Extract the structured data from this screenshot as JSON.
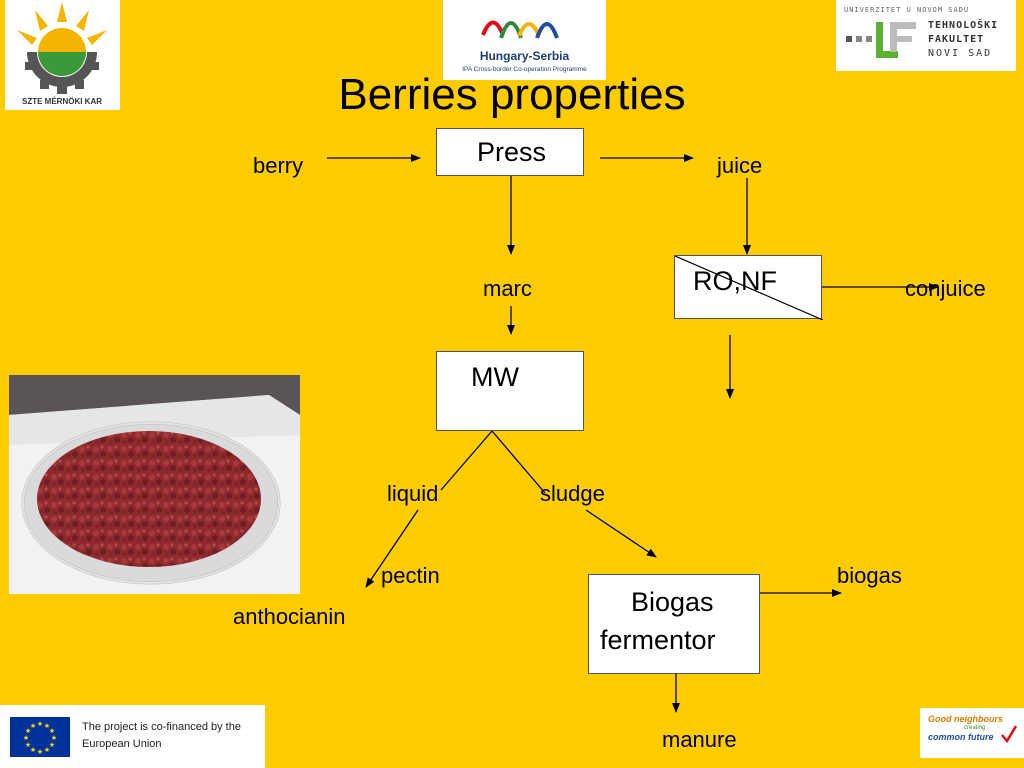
{
  "title": "Berries properties",
  "nodes": {
    "press": "Press",
    "ronf": "RO,NF",
    "mw": "MW",
    "biogas_fermentor": [
      "Biogas",
      "fermentor"
    ]
  },
  "labels": {
    "berry": "berry",
    "juice": "juice",
    "marc": "marc",
    "conjuice": "conjuice",
    "liquid": "liquid",
    "sludge": "sludge",
    "pectin": "pectin",
    "anthocianin": "anthocianin",
    "biogas": "biogas",
    "manure": "manure"
  },
  "logos": {
    "szte_ring_text": "SZTE MÉRNÖKI KAR",
    "hungary_serbia": "Hungary-Serbia",
    "ipa_programme": "IPA Cross-border Co-operation Programme",
    "faculty_line1": "UNIVERZITET U NOVOM SADU",
    "faculty_line2": "TEHNOLOŠKI",
    "faculty_line3": "FAKULTET",
    "faculty_line4": "NOVI SAD",
    "eu_text_line1": "The project is co-financed by the",
    "eu_text_line2": "European Union",
    "good_neighbours": "Good neighbours",
    "creating": "creating",
    "common_future": "common future"
  },
  "colors": {
    "background": "#FFCC00",
    "eu_blue": "#003399",
    "eu_star": "#FFDD00"
  }
}
